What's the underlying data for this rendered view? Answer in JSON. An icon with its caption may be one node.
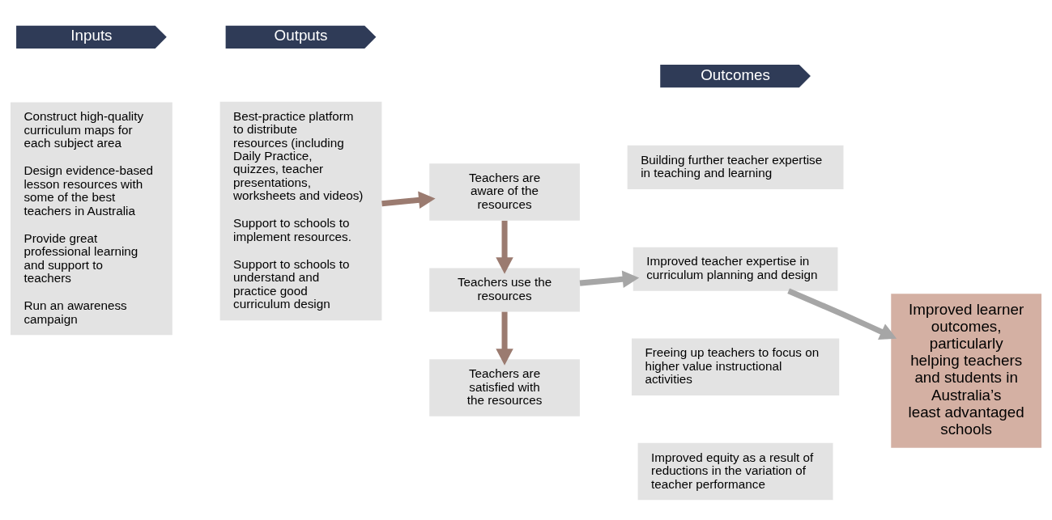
{
  "diagram": {
    "nodes": [
      {
        "text": [
          "Inputs"
        ]
      },
      {
        "text": [
          "Outputs"
        ]
      },
      {
        "text": [
          "Outcomes"
        ]
      },
      {
        "text": [
          "Construct high-quality curriculum maps for each subject area",
          "Design evidence-based lesson resources with some of the best teachers in Australia",
          "Provide great professional learning and support to teachers",
          "Run an awareness campaign"
        ]
      },
      {
        "text": [
          "Best-practice platform to distribute resources (including Daily Practice, quizzes, teacher presentations, worksheets and videos)",
          "Support to schools to implement resources.",
          "Support to schools to understand and practice good curriculum design"
        ]
      },
      {
        "text": [
          "Teachers are aware of the resources"
        ]
      },
      {
        "text": [
          "Teachers use the resources"
        ]
      },
      {
        "text": [
          "Teachers are satisfied with the resources"
        ]
      },
      {
        "text": [
          "Building further teacher expertise in teaching and learning"
        ]
      },
      {
        "text": [
          "Improved teacher expertise in curriculum planning and design"
        ]
      },
      {
        "text": [
          "Freeing up teachers to focus on higher value instructional activities"
        ]
      },
      {
        "text": [
          "Improved equity as a result of reductions in the variation of teacher performance"
        ]
      },
      {
        "text": [
          "Improved learner outcomes, particularly helping teachers and students in Australia’s least advantaged schools"
        ]
      }
    ],
    "edges": [
      {
        "from": 4,
        "to": 5,
        "arrow": "to"
      },
      {
        "from": 5,
        "to": 6,
        "arrow": "to"
      },
      {
        "from": 6,
        "to": 7,
        "arrow": "to"
      },
      {
        "from": 6,
        "to": 9,
        "arrow": "to",
        "color": "#a6a6a6"
      },
      {
        "from": 9,
        "to": 12,
        "arrow": "to",
        "color": "#a6a6a6"
      }
    ]
  }
}
